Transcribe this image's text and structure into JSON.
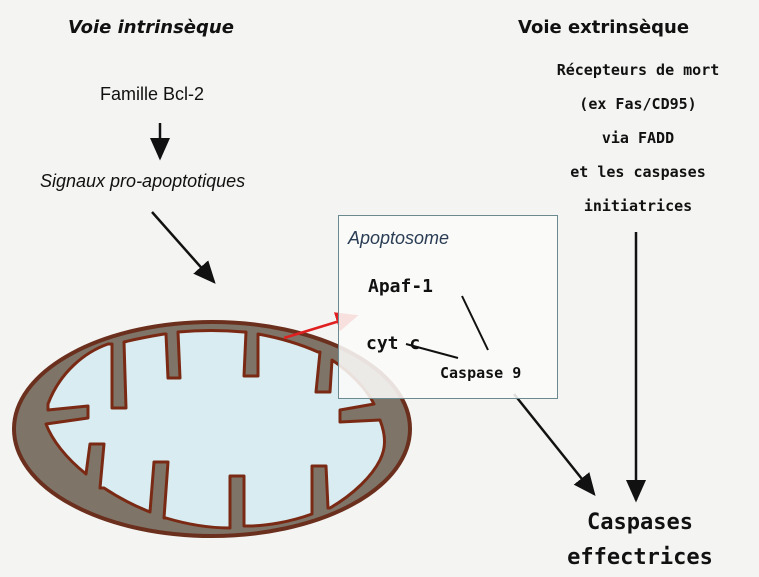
{
  "intrinsic": {
    "title": "Voie intrinsèque",
    "bcl2": "Famille Bcl-2",
    "signals": "Signaux pro-apoptotiques"
  },
  "extrinsic": {
    "title": "Voie extrinsèque",
    "lines": [
      "Récepteurs de mort",
      "(ex Fas/CD95)",
      "via FADD",
      "et les caspases",
      "initiatrices"
    ]
  },
  "apoptosome": {
    "title": "Apoptosome",
    "apaf1": "Apaf-1",
    "cytc": "cyt c",
    "caspase9": "Caspase 9"
  },
  "output": {
    "lines": [
      "Caspases",
      "effectrices"
    ]
  },
  "colors": {
    "mito_fill": "#7e7568",
    "mito_outline": "#6b2f1e",
    "cristae_fill": "#d9ecf1",
    "arrow_red": "#e02020",
    "arrow_dark": "#111111",
    "box_border": "#6a8a8f"
  }
}
